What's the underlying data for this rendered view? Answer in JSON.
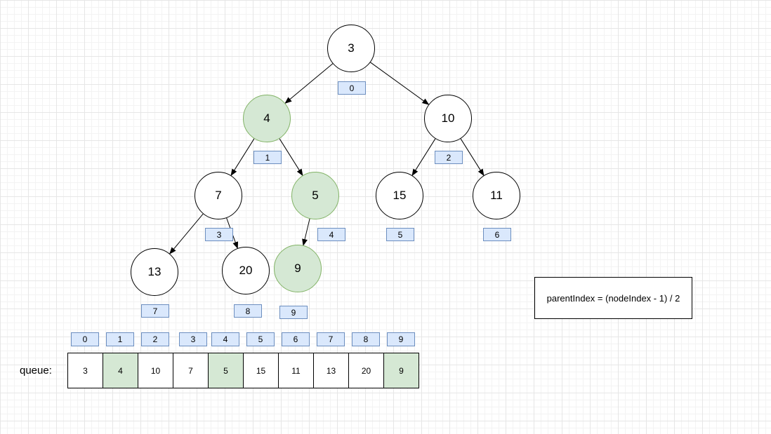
{
  "tree": {
    "nodes": [
      {
        "value": "3",
        "index": "0",
        "highlight": false
      },
      {
        "value": "4",
        "index": "1",
        "highlight": true
      },
      {
        "value": "10",
        "index": "2",
        "highlight": false
      },
      {
        "value": "7",
        "index": "3",
        "highlight": false
      },
      {
        "value": "5",
        "index": "4",
        "highlight": true
      },
      {
        "value": "15",
        "index": "5",
        "highlight": false
      },
      {
        "value": "11",
        "index": "6",
        "highlight": false
      },
      {
        "value": "13",
        "index": "7",
        "highlight": false
      },
      {
        "value": "20",
        "index": "8",
        "highlight": false
      },
      {
        "value": "9",
        "index": "9",
        "highlight": true
      }
    ],
    "edges": [
      {
        "from": 0,
        "to": 1
      },
      {
        "from": 0,
        "to": 2
      },
      {
        "from": 1,
        "to": 3
      },
      {
        "from": 1,
        "to": 4
      },
      {
        "from": 2,
        "to": 5
      },
      {
        "from": 2,
        "to": 6
      },
      {
        "from": 3,
        "to": 7
      },
      {
        "from": 3,
        "to": 8
      },
      {
        "from": 4,
        "to": 9
      }
    ]
  },
  "queue": {
    "label": "queue:",
    "indices": [
      "0",
      "1",
      "2",
      "3",
      "4",
      "5",
      "6",
      "7",
      "8",
      "9"
    ],
    "cells": [
      {
        "value": "3",
        "highlight": false
      },
      {
        "value": "4",
        "highlight": true
      },
      {
        "value": "10",
        "highlight": false
      },
      {
        "value": "7",
        "highlight": false
      },
      {
        "value": "5",
        "highlight": true
      },
      {
        "value": "15",
        "highlight": false
      },
      {
        "value": "11",
        "highlight": false
      },
      {
        "value": "13",
        "highlight": false
      },
      {
        "value": "20",
        "highlight": false
      },
      {
        "value": "9",
        "highlight": true
      }
    ]
  },
  "formula": {
    "text": "parentIndex = (nodeIndex - 1) / 2"
  },
  "colors": {
    "highlight_fill": "#d5e8d4",
    "highlight_stroke": "#82b366",
    "index_fill": "#dae8fc",
    "index_stroke": "#6c8ebf",
    "line": "#000000"
  }
}
